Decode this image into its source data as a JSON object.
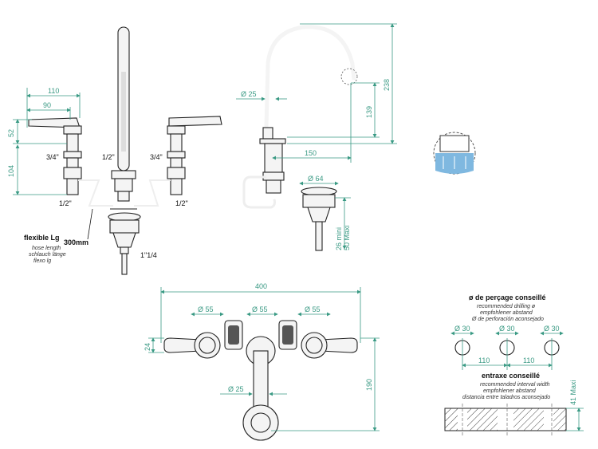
{
  "colors": {
    "dimension": "#3a9a84",
    "outline": "#222222",
    "detail_fill": "#7fb8e0"
  },
  "front_view": {
    "dims": {
      "w110": "110",
      "w90": "90",
      "h52": "52",
      "h104": "104",
      "thread_left": "3/4\"",
      "thread_center": "1/2\"",
      "thread_right": "3/4\"",
      "hose_left": "1/2\"",
      "hose_right": "1/2\"",
      "drain": "1\"1/4"
    },
    "hose": {
      "title": "flexible Lg",
      "length": "300mm",
      "en": "hose length",
      "de": "schlauch länge",
      "es": "flexo lg"
    }
  },
  "side_view": {
    "dims": {
      "d25": "Ø 25",
      "h139": "139",
      "h238": "238",
      "w150": "150",
      "d64": "Ø 64",
      "h_min": "26 mini",
      "h_max": "50 Maxi"
    }
  },
  "top_view": {
    "dims": {
      "w400": "400",
      "d55a": "Ø 55",
      "d55b": "Ø 55",
      "d55c": "Ø 55",
      "h24": "24",
      "d25": "Ø 25",
      "h190": "190"
    }
  },
  "drilling": {
    "title": "ø de perçage conseillé",
    "en": "recommended drilling ø",
    "de": "empfohlener abstand",
    "es": "Ø de perforación aconsejado",
    "d30a": "Ø 30",
    "d30b": "Ø 30",
    "d30c": "Ø 30",
    "s110a": "110",
    "s110b": "110"
  },
  "interval": {
    "title": "entraxe conseillé",
    "en": "recommended interval width",
    "de": "empfohlener abstand",
    "es": "distancia entre taladros aconsejado",
    "h41": "41 Maxi"
  }
}
